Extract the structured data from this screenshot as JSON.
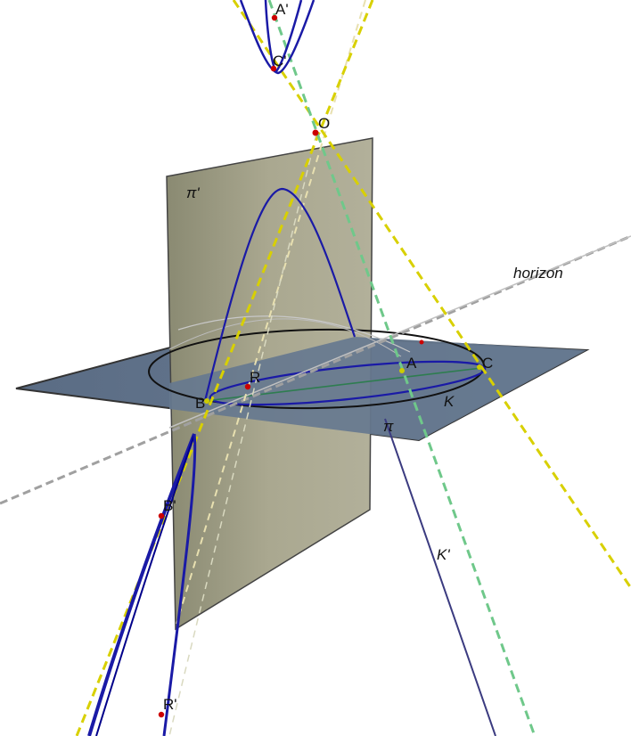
{
  "labels": {
    "A_prime": "A'",
    "C_prime": "C'",
    "O": "O",
    "pi_prime": "π'",
    "horizon": "horizon",
    "A": "A",
    "C": "C",
    "R": "R",
    "B": "B",
    "K": "K",
    "pi": "π",
    "B_prime": "B'",
    "K_prime": "K'",
    "R_prime": "R'"
  },
  "colors": {
    "plane_horizontal": "#5f7189",
    "plane_vertical": "#9a9a82",
    "conic": "#1a1aa6",
    "ellipse_outline": "#111111",
    "dashed_yellow": "#d8d000",
    "dashed_green": "#6fc88a",
    "dashed_gray": "#a0a0a0",
    "point": "#cc0000"
  }
}
